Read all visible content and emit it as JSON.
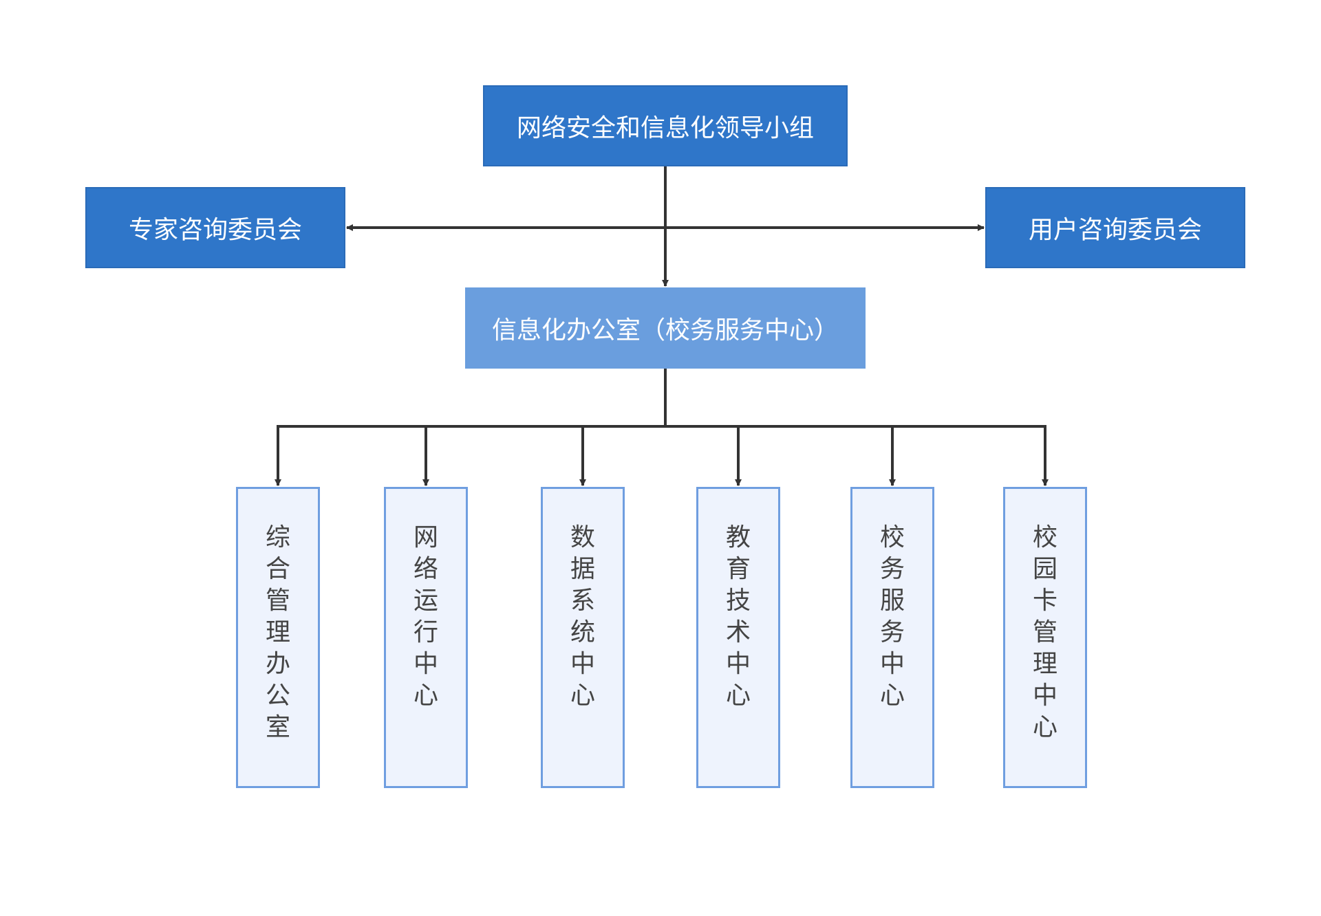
{
  "diagram": {
    "leader": "网络安全和信息化领导小组",
    "expert_committee": "专家咨询委员会",
    "user_committee": "用户咨询委员会",
    "office": "信息化办公室（校务服务中心）",
    "departments": [
      "综合管理办公室",
      "网络运行中心",
      "数据系统中心",
      "教育技术中心",
      "校务服务中心",
      "校园卡管理中心"
    ]
  },
  "colors": {
    "dark_box": "#2f76c9",
    "mid_box": "#6a9ede",
    "light_box_fill": "#eef3fd",
    "light_box_border": "#6f9ee0",
    "connector": "#333333"
  }
}
